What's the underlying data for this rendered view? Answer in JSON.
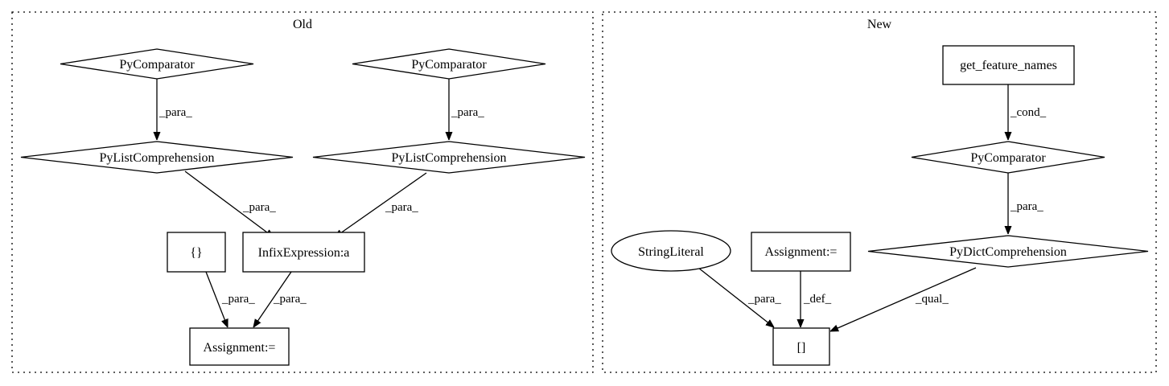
{
  "clusters": {
    "old": {
      "label": "Old"
    },
    "new": {
      "label": "New"
    }
  },
  "nodes": {
    "old_comparator_1": "PyComparator",
    "old_comparator_2": "PyComparator",
    "old_listcomp_1": "PyListComprehension",
    "old_listcomp_2": "PyListComprehension",
    "old_braces": "{}",
    "old_infix": "InfixExpression:a",
    "old_assignment": "Assignment:=",
    "new_get_feature_names": "get_feature_names",
    "new_comparator": "PyComparator",
    "new_stringliteral": "StringLiteral",
    "new_assignment": "Assignment:=",
    "new_dictcomp": "PyDictComprehension",
    "new_index": "[]"
  },
  "edges": {
    "old_cmp1_to_listcomp1": "_para_",
    "old_cmp2_to_listcomp2": "_para_",
    "old_listcomp1_to_infix": "_para_",
    "old_listcomp2_to_infix": "_para_",
    "old_braces_to_assignment": "_para_",
    "old_infix_to_assignment": "_para_",
    "new_getfeat_to_comparator": "_cond_",
    "new_comparator_to_dictcomp": "_para_",
    "new_stringliteral_to_index": "_para_",
    "new_assignment_to_index": "_def_",
    "new_dictcomp_to_index": "_qual_"
  }
}
